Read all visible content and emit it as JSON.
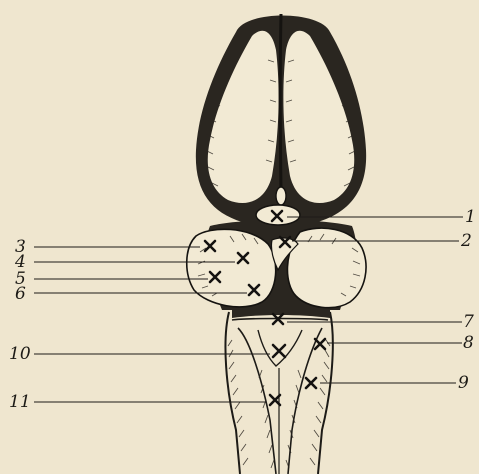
{
  "figure": {
    "labels": [
      {
        "id": "1",
        "text": "1"
      },
      {
        "id": "2",
        "text": "2"
      },
      {
        "id": "3",
        "text": "3"
      },
      {
        "id": "4",
        "text": "4"
      },
      {
        "id": "5",
        "text": "5"
      },
      {
        "id": "6",
        "text": "6"
      },
      {
        "id": "7",
        "text": "7"
      },
      {
        "id": "8",
        "text": "8"
      },
      {
        "id": "9",
        "text": "9"
      },
      {
        "id": "10",
        "text": "10"
      },
      {
        "id": "11",
        "text": "11"
      }
    ],
    "colors": {
      "paper": "#efe6cf",
      "ink": "#1d1b17"
    }
  }
}
